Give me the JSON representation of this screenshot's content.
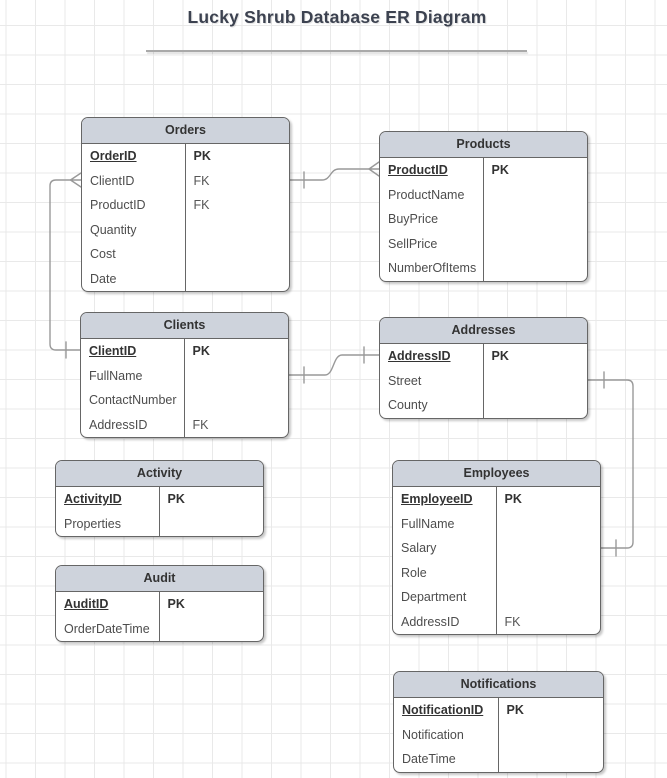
{
  "diagram": {
    "title": "Lucky Shrub Database ER Diagram"
  },
  "entities": [
    {
      "id": "orders",
      "name": "Orders",
      "fields": [
        {
          "name": "OrderID",
          "key": "PK",
          "pk": true
        },
        {
          "name": "ClientID",
          "key": "FK",
          "pk": false
        },
        {
          "name": "ProductID",
          "key": "FK",
          "pk": false
        },
        {
          "name": "Quantity",
          "key": "",
          "pk": false
        },
        {
          "name": "Cost",
          "key": "",
          "pk": false
        },
        {
          "name": "Date",
          "key": "",
          "pk": false
        }
      ]
    },
    {
      "id": "products",
      "name": "Products",
      "fields": [
        {
          "name": "ProductID",
          "key": "PK",
          "pk": true
        },
        {
          "name": "ProductName",
          "key": "",
          "pk": false
        },
        {
          "name": "BuyPrice",
          "key": "",
          "pk": false
        },
        {
          "name": "SellPrice",
          "key": "",
          "pk": false
        },
        {
          "name": "NumberOfItems",
          "key": "",
          "pk": false
        }
      ]
    },
    {
      "id": "clients",
      "name": "Clients",
      "fields": [
        {
          "name": "ClientID",
          "key": "PK",
          "pk": true
        },
        {
          "name": "FullName",
          "key": "",
          "pk": false
        },
        {
          "name": "ContactNumber",
          "key": "",
          "pk": false
        },
        {
          "name": "AddressID",
          "key": "FK",
          "pk": false
        }
      ]
    },
    {
      "id": "addresses",
      "name": "Addresses",
      "fields": [
        {
          "name": "AddressID",
          "key": "PK",
          "pk": true
        },
        {
          "name": "Street",
          "key": "",
          "pk": false
        },
        {
          "name": "County",
          "key": "",
          "pk": false
        }
      ]
    },
    {
      "id": "activity",
      "name": "Activity",
      "fields": [
        {
          "name": "ActivityID",
          "key": "PK",
          "pk": true
        },
        {
          "name": "Properties",
          "key": "",
          "pk": false
        }
      ]
    },
    {
      "id": "employees",
      "name": "Employees",
      "fields": [
        {
          "name": "EmployeeID",
          "key": "PK",
          "pk": true
        },
        {
          "name": "FullName",
          "key": "",
          "pk": false
        },
        {
          "name": "Salary",
          "key": "",
          "pk": false
        },
        {
          "name": "Role",
          "key": "",
          "pk": false
        },
        {
          "name": "Department",
          "key": "",
          "pk": false
        },
        {
          "name": "AddressID",
          "key": "FK",
          "pk": false
        }
      ]
    },
    {
      "id": "audit",
      "name": "Audit",
      "fields": [
        {
          "name": "AuditID",
          "key": "PK",
          "pk": true
        },
        {
          "name": "OrderDateTime",
          "key": "",
          "pk": false
        }
      ]
    },
    {
      "id": "notifications",
      "name": "Notifications",
      "fields": [
        {
          "name": "NotificationID",
          "key": "PK",
          "pk": true
        },
        {
          "name": "Notification",
          "key": "",
          "pk": false
        },
        {
          "name": "DateTime",
          "key": "",
          "pk": false
        }
      ]
    }
  ],
  "relationships": [
    {
      "from": "Orders.ClientID",
      "to": "Clients.ClientID",
      "from_cardinality": "many",
      "to_cardinality": "one"
    },
    {
      "from": "Orders.ProductID",
      "to": "Products.ProductID",
      "from_cardinality": "one",
      "to_cardinality": "many"
    },
    {
      "from": "Clients.AddressID",
      "to": "Addresses.AddressID",
      "from_cardinality": "one",
      "to_cardinality": "one"
    },
    {
      "from": "Addresses",
      "to": "Employees.AddressID",
      "from_cardinality": "one",
      "to_cardinality": "one"
    }
  ],
  "colors": {
    "header_fill": "#ced3dc",
    "table_border": "#666666",
    "connector": "#999999",
    "title_color": "#3c4250",
    "grid_line": "#e9e9e9",
    "background": "#ffffff"
  }
}
